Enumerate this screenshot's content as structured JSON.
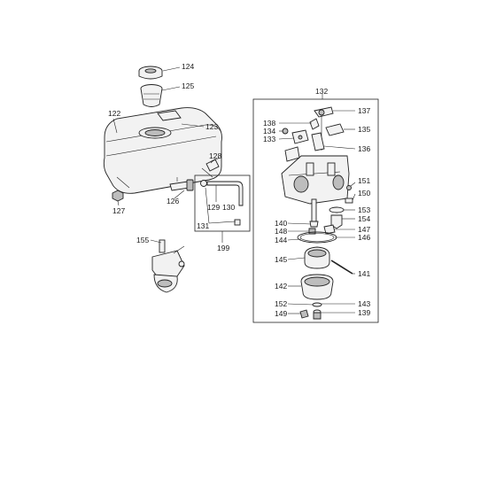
{
  "diagram": {
    "labels": {
      "l124": "124",
      "l125": "125",
      "l122": "122",
      "l123": "123",
      "l128": "128",
      "l126": "126",
      "l127": "127",
      "l129": "129",
      "l130": "130",
      "l131": "131",
      "l199": "199",
      "l155": "155",
      "l132": "132",
      "l137": "137",
      "l138": "138",
      "l134": "134",
      "l133": "133",
      "l135": "135",
      "l136": "136",
      "l151": "151",
      "l150": "150",
      "l153": "153",
      "l154": "154",
      "l140": "140",
      "l148": "148",
      "l147": "147",
      "l144": "144",
      "l146": "146",
      "l145": "145",
      "l141": "141",
      "l142": "142",
      "l152": "152",
      "l143": "143",
      "l149": "149",
      "l139": "139"
    }
  }
}
